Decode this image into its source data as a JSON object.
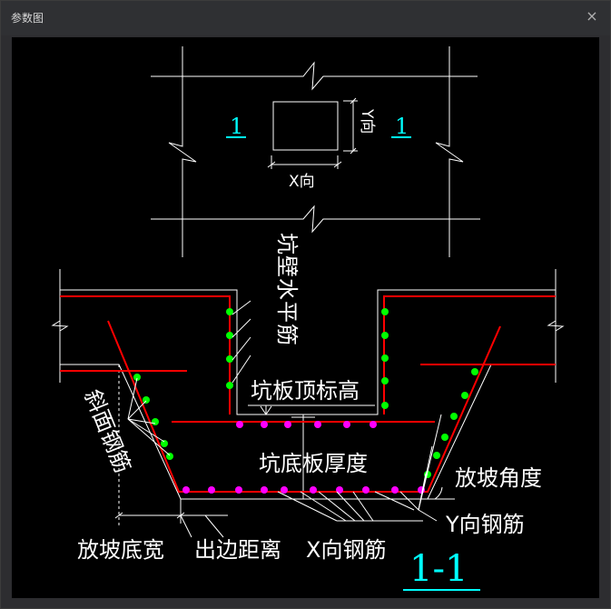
{
  "window": {
    "title": "参数图",
    "close_symbol": "×"
  },
  "plan": {
    "section_mark_left": "1",
    "section_mark_right": "1",
    "x_label": "X向",
    "y_label": "Y向"
  },
  "section": {
    "wall_horizontal_bar": "坑壁水平筋",
    "pit_top_elev": "坑板顶标高",
    "slope_rebar": "斜面钢筋",
    "pit_bottom_thickness": "坑底板厚度",
    "slope_angle": "放坡角度",
    "y_rebar": "Y向钢筋",
    "slope_bottom_width": "放坡底宽",
    "edge_distance": "出边距离",
    "x_rebar": "X向钢筋",
    "title": "1-1"
  },
  "colors": {
    "line": "#ffffff",
    "rebar": "#ff0000",
    "dot_green": "#00ff00",
    "dot_magenta": "#ff00ff",
    "cyan": "#00ffff"
  }
}
